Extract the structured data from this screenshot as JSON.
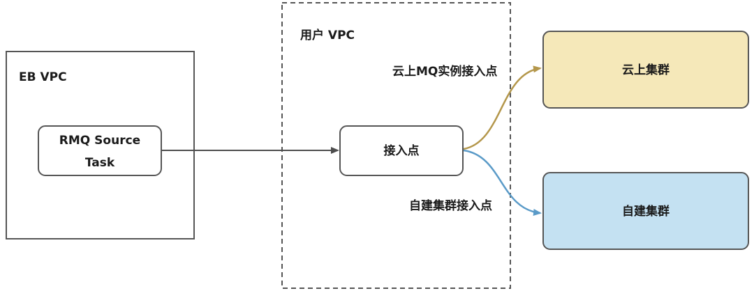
{
  "regions": {
    "eb_vpc": {
      "title": "EB VPC"
    },
    "user_vpc": {
      "title": "用户 VPC"
    }
  },
  "nodes": {
    "rmq_source_task": {
      "line1": "RMQ Source",
      "line2": "Task"
    },
    "access_point": {
      "label": "接入点"
    },
    "cloud_cluster": {
      "label": "云上集群",
      "fill": "#f5e8b9"
    },
    "self_built_cluster": {
      "label": "自建集群",
      "fill": "#c4e1f2"
    }
  },
  "edges": {
    "cloud_endpoint": {
      "label": "云上MQ实例接入点",
      "color": "#b4974b"
    },
    "self_built_endpoint": {
      "label": "自建集群接入点",
      "color": "#5b9bc8"
    },
    "main_arrow": {
      "color": "#4d4d4d"
    }
  },
  "colors": {
    "stroke": "#555555",
    "node_fill": "#ffffff"
  }
}
